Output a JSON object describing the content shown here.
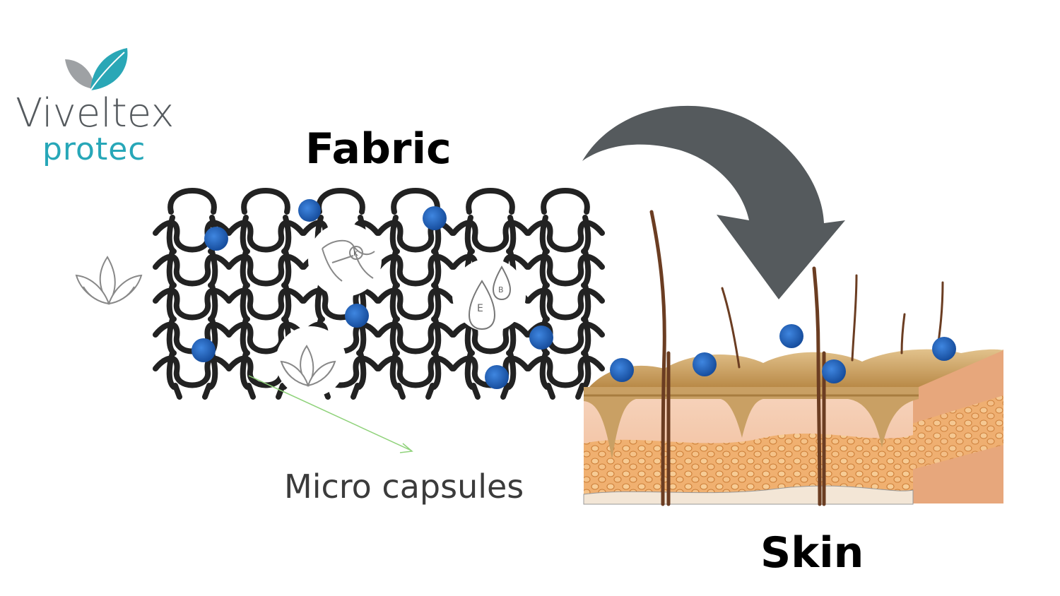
{
  "logo": {
    "line1": "Viveltex",
    "line2": "protec",
    "leaf_colors": {
      "grey": "#9ea1a4",
      "teal": "#2aa7b6"
    }
  },
  "labels": {
    "fabric": "Fabric",
    "skin": "Skin",
    "capsules": "Micro capsules"
  },
  "icons": {
    "aloe_left": "aloe-vera-icon",
    "aloe_center": "aloe-vera-icon",
    "body_k": "body-vitamin-k-icon",
    "drop_k_letter": "K",
    "drop_e": "E",
    "drop_b": "B"
  },
  "colors": {
    "capsule": "#1f5fb5",
    "yarn": "#222222",
    "arrow": "#555a5d",
    "skin_top": "#c9a064",
    "skin_mid": "#f2c6a8",
    "skin_fat": "#e8a96a",
    "hair": "#6b3d22"
  }
}
